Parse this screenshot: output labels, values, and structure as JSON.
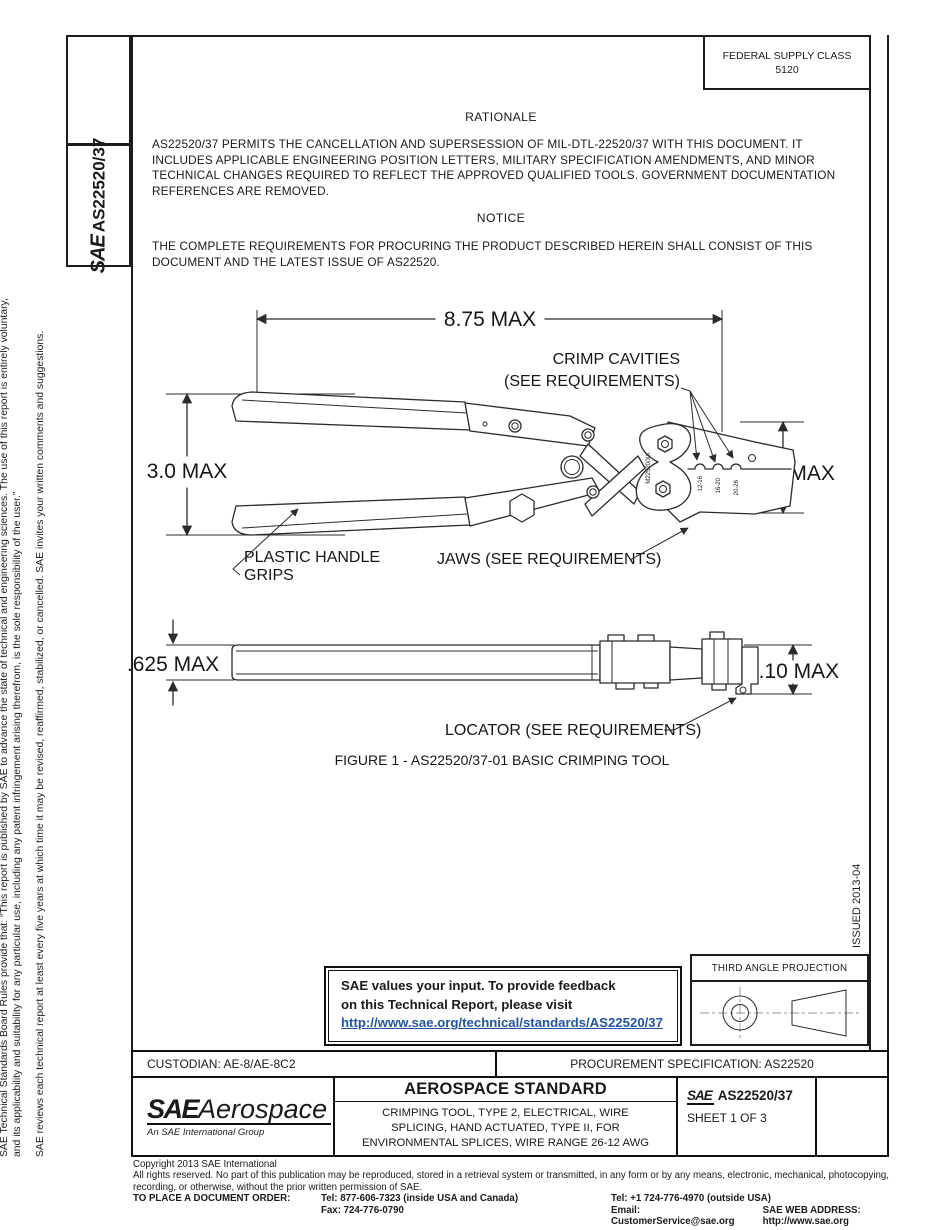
{
  "colors": {
    "link_blue": "#2155a3",
    "line": "#2b2b2b"
  },
  "header": {
    "federal_supply_class_line1": "FEDERAL SUPPLY CLASS",
    "federal_supply_class_line2": "5120"
  },
  "sidebar": {
    "sae_logo": "SAE",
    "doc_number": "AS22520/37",
    "disclaimer_para1": "SAE Technical Standards Board Rules provide that: “This report is published by SAE to advance the state of technical and engineering sciences. The use of this report is entirely voluntary, and its applicability and suitability for any particular use, including any patent infringement arising therefrom, is the sole responsibility of the user.”",
    "disclaimer_para2": "SAE reviews each technical report at least every five years at which time it may be revised, reaffirmed, stabilized, or cancelled. SAE invites your written comments and suggestions."
  },
  "rationale": {
    "heading": "RATIONALE",
    "body": "AS22520/37 PERMITS THE CANCELLATION AND SUPERSESSION OF MIL-DTL-22520/37 WITH THIS DOCUMENT.  IT INCLUDES APPLICABLE ENGINEERING POSITION LETTERS, MILITARY SPECIFICATION AMENDMENTS, AND MINOR TECHNICAL CHANGES REQUIRED TO REFLECT THE APPROVED QUALIFIED TOOLS. GOVERNMENT DOCUMENTATION REFERENCES ARE REMOVED."
  },
  "notice": {
    "heading": "NOTICE",
    "body": "THE COMPLETE REQUIREMENTS FOR PROCURING THE PRODUCT DESCRIBED HEREIN SHALL CONSIST OF THIS DOCUMENT AND THE LATEST ISSUE OF AS22520."
  },
  "figure": {
    "dims": {
      "overall_length": "8.75 MAX",
      "handle_span": "3.0 MAX",
      "head_height": "1.650 MAX",
      "handle_thickness": ".625 MAX",
      "head_width": "1.10 MAX"
    },
    "labels": {
      "crimp_cavities_1": "CRIMP CAVITIES",
      "crimp_cavities_2": "(SEE REQUIREMENTS)",
      "plastic_handle_1": "PLASTIC HANDLE",
      "plastic_handle_2": "GRIPS",
      "jaws": "JAWS (SEE REQUIREMENTS)",
      "locator": "LOCATOR (SEE REQUIREMENTS)"
    },
    "markings": {
      "tool_id": "M22520/XX",
      "cavity_1": "12-16",
      "cavity_2": "16-20",
      "cavity_3": "20-26"
    },
    "caption": "FIGURE 1 - AS22520/37-01 BASIC CRIMPING TOOL"
  },
  "feedback": {
    "line1": "SAE values your input. To provide feedback",
    "line2": "on this Technical Report, please visit",
    "url": "http://www.sae.org/technical/standards/AS22520/37"
  },
  "projection": {
    "label": "THIRD ANGLE PROJECTION"
  },
  "issued": "ISSUED 2013-04",
  "title_block": {
    "custodian": "CUSTODIAN: AE-8/AE-8C2",
    "procurement": "PROCUREMENT SPECIFICATION: AS22520",
    "logo_sae": "SAE",
    "logo_aerospace": "Aerospace",
    "logo_subtitle": "An SAE International Group",
    "standard_type": "AEROSPACE STANDARD",
    "title_line1": "CRIMPING TOOL, TYPE 2, ELECTRICAL, WIRE",
    "title_line2": "SPLICING, HAND ACTUATED, TYPE II, FOR",
    "title_line3": "ENVIRONMENTAL SPLICES, WIRE RANGE 26-12 AWG",
    "doc_sae": "SAE",
    "doc_number": "AS22520/37",
    "sheet": "SHEET 1 OF 3"
  },
  "footer": {
    "copyright": "Copyright 2013 SAE International",
    "rights_line1": "All rights reserved. No part of this publication may be reproduced, stored in a retrieval system or transmitted, in any form or by any means, electronic, mechanical, photocopying,",
    "rights_line2": "recording, or otherwise, without the prior written permission of SAE.",
    "order_label": "TO PLACE A DOCUMENT ORDER:",
    "tel_inside": "Tel: 877-606-7323 (inside USA and Canada)",
    "tel_outside": "Tel: +1 724-776-4970 (outside USA)",
    "fax": "Fax: 724-776-0790",
    "email": "Email: CustomerService@sae.org",
    "web": "SAE WEB ADDRESS: http://www.sae.org"
  }
}
